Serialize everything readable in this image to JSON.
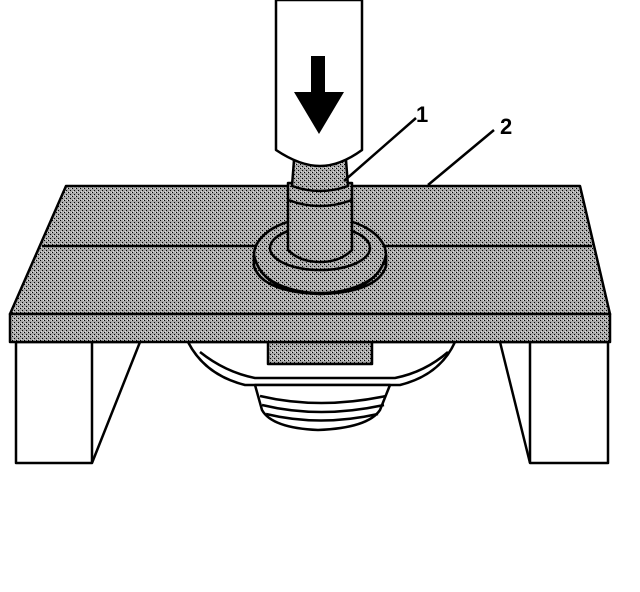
{
  "callouts": [
    {
      "id": "1",
      "text": "1"
    },
    {
      "id": "2",
      "text": "2"
    }
  ],
  "colors": {
    "line": "#000000",
    "background": "#ffffff",
    "stipple_base": "#a8a8a8"
  }
}
